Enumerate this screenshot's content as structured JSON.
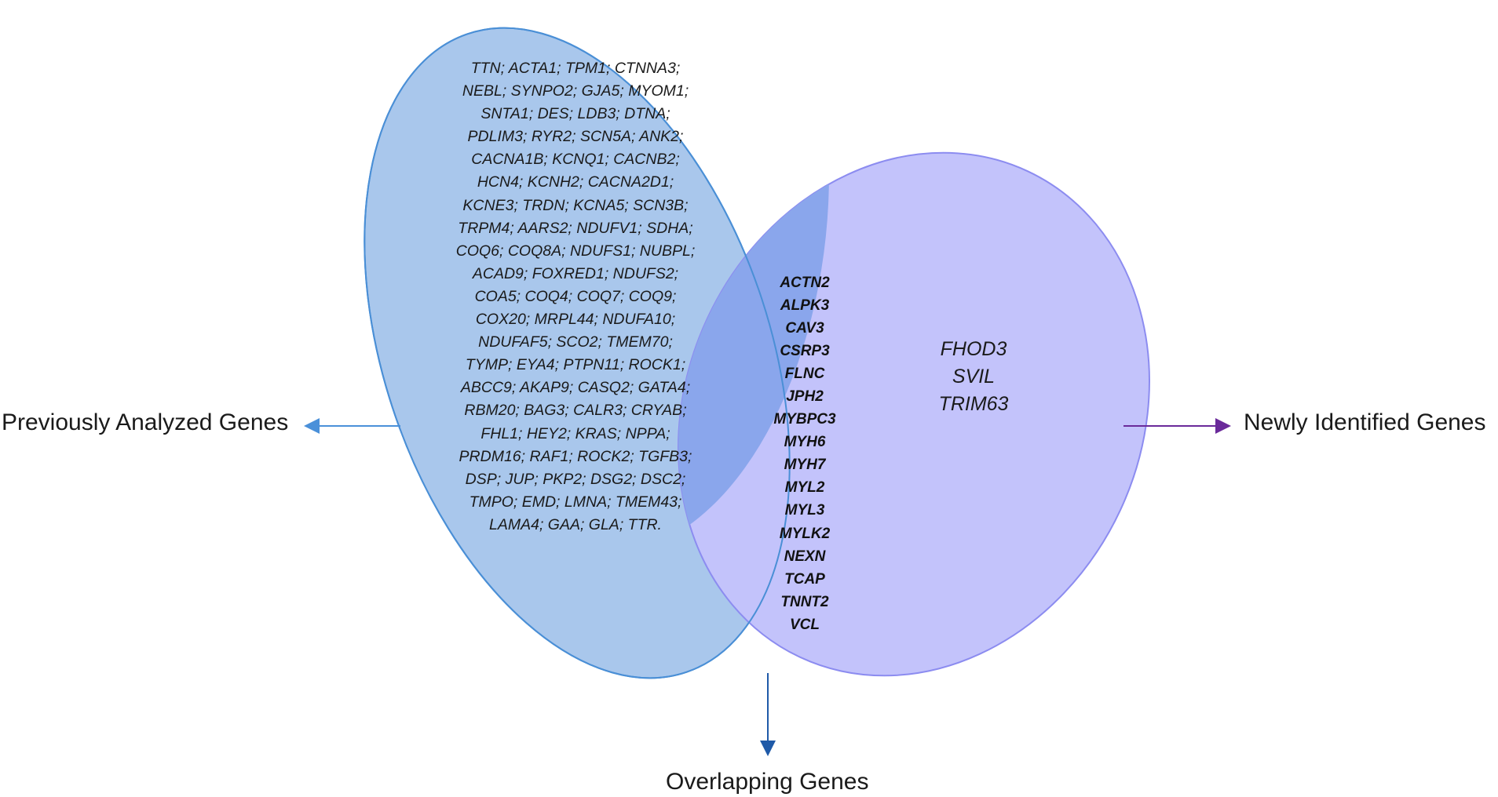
{
  "colors": {
    "left_fill": "#a9c7ec",
    "left_stroke": "#4a8fd6",
    "right_fill": "#c3c3fb",
    "right_stroke": "#8c8cf0",
    "overlap_fill": "#8aa6ec",
    "left_arrow": "#4a90d9",
    "bottom_arrow": "#1f5aa8",
    "right_arrow": "#6a2a9a"
  },
  "labels": {
    "previously_analyzed": "Previously Analyzed Genes",
    "newly_identified": "Newly Identified Genes",
    "overlapping": "Overlapping Genes"
  },
  "previously_analyzed_genes": [
    "TTN; ACTA1; TPM1; CTNNA3;",
    "NEBL; SYNPO2; GJA5; MYOM1;",
    "SNTA1; DES; LDB3; DTNA;",
    "PDLIM3; RYR2; SCN5A; ANK2;",
    "CACNA1B; KCNQ1; CACNB2;",
    "HCN4; KCNH2; CACNA2D1;",
    "KCNE3; TRDN; KCNA5; SCN3B;",
    "TRPM4; AARS2; NDUFV1; SDHA;",
    "COQ6; COQ8A; NDUFS1; NUBPL;",
    "ACAD9; FOXRED1; NDUFS2;",
    "COA5; COQ4; COQ7; COQ9;",
    "COX20; MRPL44; NDUFA10;",
    "NDUFAF5; SCO2; TMEM70;",
    "TYMP; EYA4; PTPN11; ROCK1;",
    "ABCC9; AKAP9; CASQ2; GATA4;",
    "RBM20; BAG3; CALR3; CRYAB;",
    "FHL1; HEY2; KRAS; NPPA;",
    "PRDM16; RAF1; ROCK2; TGFB3;",
    "DSP; JUP; PKP2; DSG2; DSC2;",
    "TMPO; EMD; LMNA; TMEM43;",
    "LAMA4; GAA; GLA; TTR."
  ],
  "overlapping_genes": [
    "ACTN2",
    "ALPK3",
    "CAV3",
    "CSRP3",
    "FLNC",
    "JPH2",
    "MYBPC3",
    "MYH6",
    "MYH7",
    "MYL2",
    "MYL3",
    "MYLK2",
    "NEXN",
    "TCAP",
    "TNNT2",
    "VCL"
  ],
  "newly_identified_genes": [
    "FHOD3",
    "SVIL",
    "TRIM63"
  ]
}
